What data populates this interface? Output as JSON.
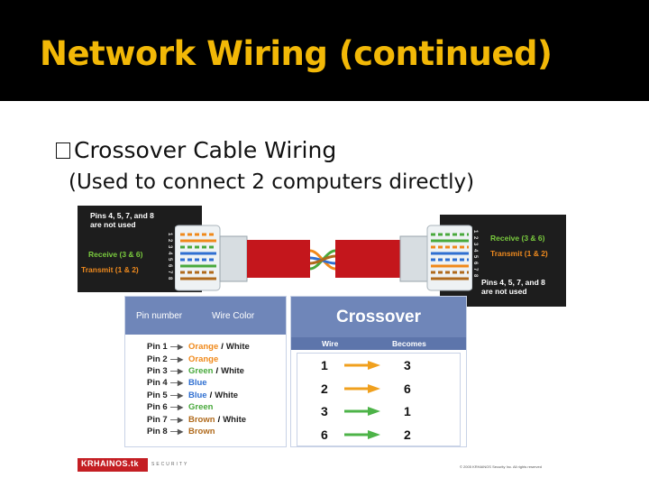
{
  "title": "Network Wiring (continued)",
  "bullet": {
    "glyph": "�",
    "text": "Crossover Cable Wiring"
  },
  "subtext": "(Used to connect 2 computers directly)",
  "diagram": {
    "left_box": {
      "note_line1": "Pins 4, 5, 7, and 8",
      "note_line2": "are not used",
      "receive": "Receive (3 & 6)",
      "transmit": "Transmit (1 & 2)",
      "pin_numbers": "1 2 3 4 5 6 7 8"
    },
    "right_box": {
      "note_line1": "Pins 4, 5, 7, and 8",
      "note_line2": "are not used",
      "receive": "Receive (3 & 6)",
      "transmit": "Transmit (1 & 2)",
      "pin_numbers": "1 2 3 4 5 6 7 8"
    },
    "pin_table": {
      "header_pin": "Pin number",
      "header_color": "Wire Color",
      "rows": [
        {
          "pin": "Pin 1",
          "color1": "Orange",
          "sep": "/",
          "color2": "White"
        },
        {
          "pin": "Pin 2",
          "color1": "Orange",
          "sep": "",
          "color2": ""
        },
        {
          "pin": "Pin 3",
          "color1": "Green",
          "sep": "/",
          "color2": "White"
        },
        {
          "pin": "Pin 4",
          "color1": "Blue",
          "sep": "",
          "color2": ""
        },
        {
          "pin": "Pin 5",
          "color1": "Blue",
          "sep": "/",
          "color2": "White"
        },
        {
          "pin": "Pin 6",
          "color1": "Green",
          "sep": "",
          "color2": ""
        },
        {
          "pin": "Pin 7",
          "color1": "Brown",
          "sep": "/",
          "color2": "White"
        },
        {
          "pin": "Pin 8",
          "color1": "Brown",
          "sep": "",
          "color2": ""
        }
      ]
    },
    "crossover_table": {
      "title": "Crossover",
      "col_wire": "Wire",
      "col_becomes": "Becomes",
      "rows": [
        {
          "wire": "1",
          "becomes": "3",
          "arrow_color": "#f0a01e"
        },
        {
          "wire": "2",
          "becomes": "6",
          "arrow_color": "#f0a01e"
        },
        {
          "wire": "3",
          "becomes": "1",
          "arrow_color": "#4db348"
        },
        {
          "wire": "6",
          "becomes": "2",
          "arrow_color": "#4db348"
        }
      ]
    },
    "logo": "KRHAINOS.tk",
    "logo_sub": "SECURITY",
    "copyright": "© 2005 KRHAINOS Security Inc. All rights reserved"
  },
  "colors": {
    "title": "#f2b807",
    "orange": "#f0891a",
    "green": "#49a93c",
    "blue": "#2f6fd1",
    "brown": "#b06a1c",
    "cable_red": "#c4161c",
    "panel_header": "#6f86b9"
  }
}
